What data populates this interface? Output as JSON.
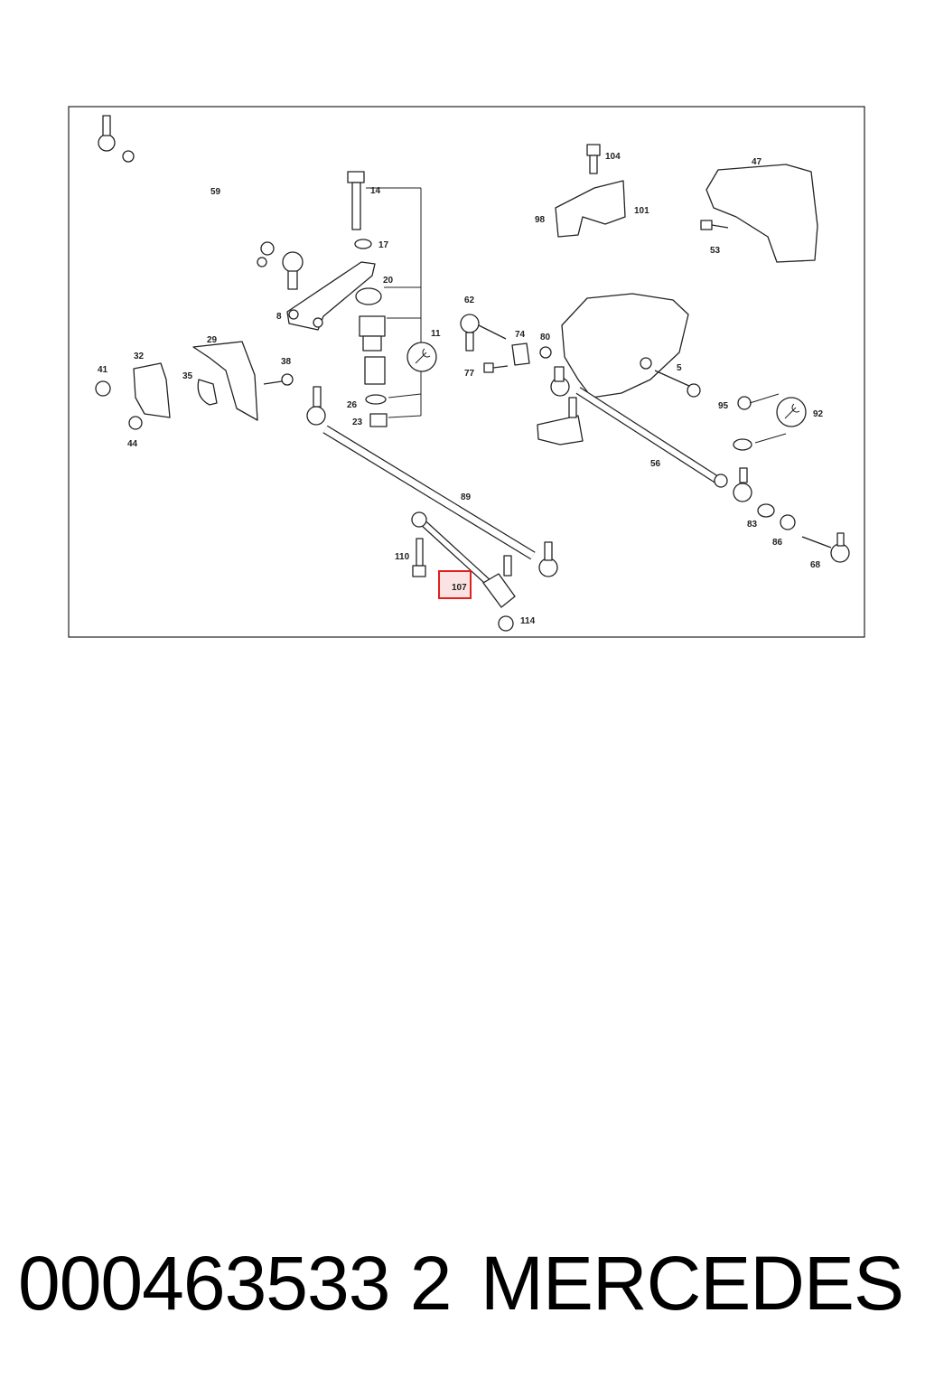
{
  "diagram": {
    "callouts": [
      {
        "id": "c59",
        "text": "59"
      },
      {
        "id": "c14",
        "text": "14"
      },
      {
        "id": "c17",
        "text": "17"
      },
      {
        "id": "c20",
        "text": "20"
      },
      {
        "id": "c8",
        "text": "8"
      },
      {
        "id": "c11",
        "text": "11"
      },
      {
        "id": "c26",
        "text": "26"
      },
      {
        "id": "c23",
        "text": "23"
      },
      {
        "id": "c29",
        "text": "29"
      },
      {
        "id": "c32",
        "text": "32"
      },
      {
        "id": "c35",
        "text": "35"
      },
      {
        "id": "c38",
        "text": "38"
      },
      {
        "id": "c41",
        "text": "41"
      },
      {
        "id": "c44",
        "text": "44"
      },
      {
        "id": "c104",
        "text": "104"
      },
      {
        "id": "c98",
        "text": "98"
      },
      {
        "id": "c101",
        "text": "101"
      },
      {
        "id": "c47",
        "text": "47"
      },
      {
        "id": "c53",
        "text": "53"
      },
      {
        "id": "c62",
        "text": "62"
      },
      {
        "id": "c74",
        "text": "74"
      },
      {
        "id": "c80",
        "text": "80"
      },
      {
        "id": "c77",
        "text": "77"
      },
      {
        "id": "c5",
        "text": "5"
      },
      {
        "id": "c95",
        "text": "95"
      },
      {
        "id": "c92",
        "text": "92"
      },
      {
        "id": "c56",
        "text": "56"
      },
      {
        "id": "c89",
        "text": "89"
      },
      {
        "id": "c83",
        "text": "83"
      },
      {
        "id": "c86",
        "text": "86"
      },
      {
        "id": "c68",
        "text": "68"
      },
      {
        "id": "c110",
        "text": "110"
      },
      {
        "id": "c107",
        "text": "107"
      },
      {
        "id": "c114",
        "text": "114"
      }
    ],
    "highlighted_callout": "107",
    "highlight_color": "#e0201c",
    "highlight_fill": "#fbe3e3"
  },
  "footer": {
    "part_number": "000463533 2",
    "brand": "MERCEDES"
  }
}
